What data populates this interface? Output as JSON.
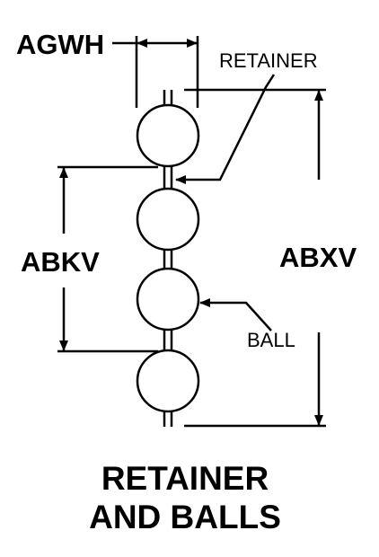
{
  "dimensions": {
    "agwh": "AGWH",
    "abkv": "ABKV",
    "abxv": "ABXV"
  },
  "callouts": {
    "retainer": "RETAINER",
    "ball": "BALL"
  },
  "title": {
    "line1": "RETAINER",
    "line2": "AND BALLS"
  },
  "ball_count": 4
}
